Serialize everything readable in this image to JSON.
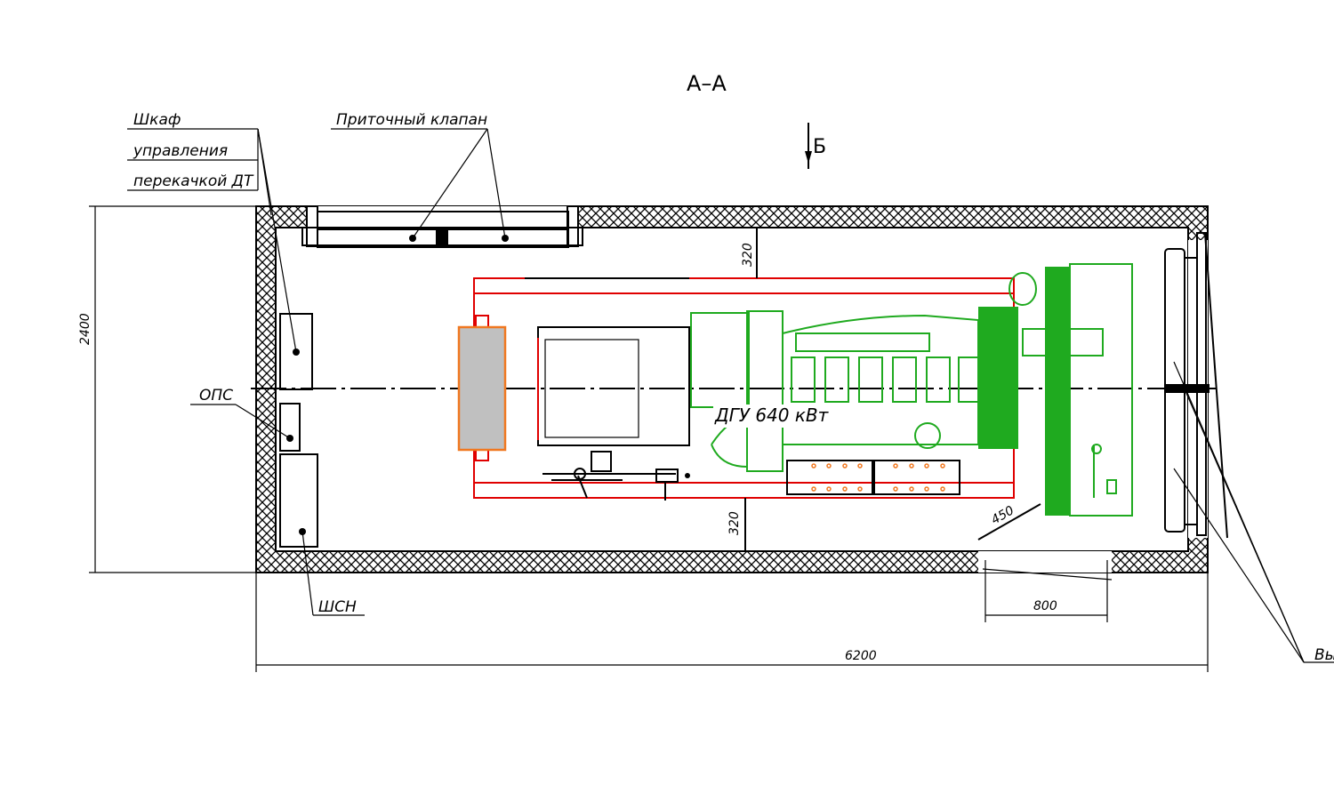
{
  "title": "А–А",
  "section_marker": "Б",
  "labels": {
    "cabinet_line1": "Шкаф",
    "cabinet_line2": "управления",
    "cabinet_line3": "перекачкой ДТ",
    "intake_valve": "Приточный клапан",
    "ops": "ОПС",
    "shsn": "ШСН",
    "genset": "ДГУ 640 кВт",
    "exhaust": "Вы"
  },
  "dimensions": {
    "height": "2400",
    "length": "6200",
    "door_width": "800",
    "gap_top": "320",
    "gap_bottom": "320",
    "clearance": "450"
  },
  "colors": {
    "frame": "#e00000",
    "genset": "#1faa1f",
    "tank": "#f07820",
    "tank_fill": "#c0c0c0"
  }
}
